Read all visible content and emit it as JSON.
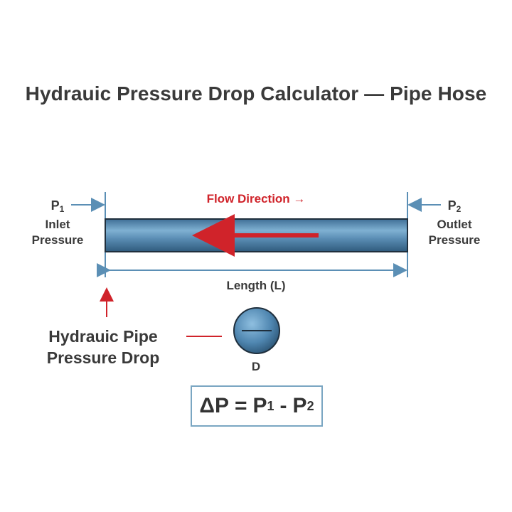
{
  "title": "Hydrauic Pressure Drop Calculator — Pipe Hose",
  "inlet": {
    "symbol": "P",
    "subscript": "1",
    "line1": "Inlet",
    "line2": "Pressure"
  },
  "outlet": {
    "symbol": "P",
    "subscript": "2",
    "line1": "Outlet",
    "line2": "Pressure"
  },
  "flow_label": "Flow Direction →",
  "length_label": "Length (L)",
  "drop_label_line1": "Hydrauic Pipe",
  "drop_label_line2": "Pressure Drop",
  "diameter_label": "D",
  "formula": {
    "lhs": "ΔP",
    "eq": "=",
    "p1": "P",
    "s1": "1",
    "minus": "-",
    "p2": "P",
    "s2": "2"
  },
  "colors": {
    "pipe": "#4a7fa8",
    "pipe_edge": "#1f2f3d",
    "flow_red": "#d0232a",
    "dimension_blue": "#5b8fb5",
    "text": "#3a3a3a",
    "formula_border": "#7aa6c2"
  }
}
